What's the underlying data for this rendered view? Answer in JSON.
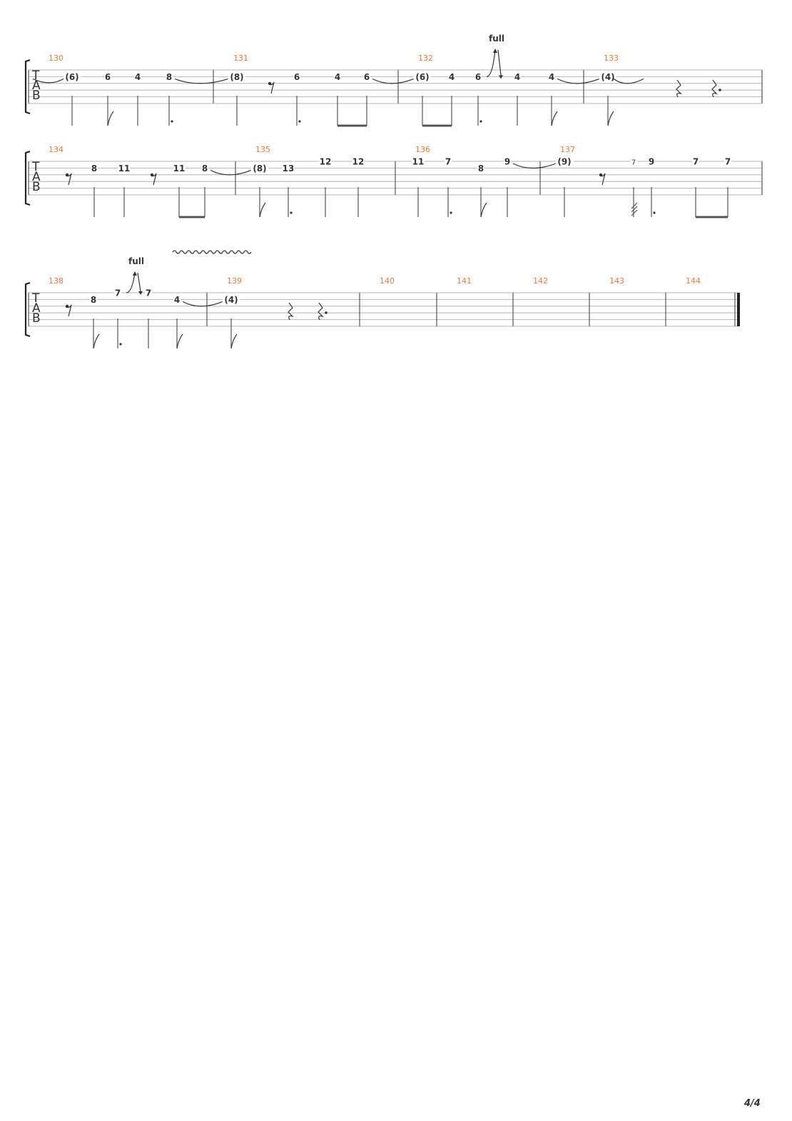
{
  "document": {
    "type": "guitar-tab",
    "page_number": "4/4",
    "tab_label": [
      "T",
      "A",
      "B"
    ],
    "bend_label": "full",
    "colors": {
      "measure_number": "#f07840",
      "ink": "#333333",
      "staff": "#b4b4b4"
    }
  },
  "systems": [
    {
      "measures": [
        {
          "number": "130",
          "notes": [
            {
              "fret": "(6)",
              "string": 2,
              "tie_in": true,
              "stem": "quarter"
            },
            {
              "fret": "6",
              "string": 2,
              "stem": "eighth"
            },
            {
              "fret": "4",
              "string": 2,
              "stem": "quarter"
            },
            {
              "fret": "8",
              "string": 2,
              "stem": "dotted-quarter",
              "tie_out": true
            }
          ]
        },
        {
          "number": "131",
          "notes": [
            {
              "fret": "(8)",
              "string": 2,
              "stem": "quarter"
            },
            {
              "rest": "eighth-rest"
            },
            {
              "fret": "6",
              "string": 2,
              "stem": "dotted-quarter"
            },
            {
              "fret": "4",
              "string": 2,
              "stem": "beam-eighth"
            },
            {
              "fret": "6",
              "string": 2,
              "stem": "beam-eighth",
              "tie_out": true
            }
          ]
        },
        {
          "number": "132",
          "notes": [
            {
              "fret": "(6)",
              "string": 2,
              "stem": "beam-eighth"
            },
            {
              "fret": "4",
              "string": 2,
              "stem": "beam-eighth"
            },
            {
              "fret": "6",
              "string": 2,
              "stem": "dotted-quarter",
              "bend": "full"
            },
            {
              "fret": "4",
              "string": 2,
              "stem": "quarter"
            },
            {
              "fret": "4",
              "string": 2,
              "stem": "eighth",
              "tie_out": true
            }
          ]
        },
        {
          "number": "133",
          "notes": [
            {
              "fret": "(4)",
              "string": 2,
              "stem": "eighth",
              "tie_out": true
            },
            {
              "rest": "quarter-rest"
            },
            {
              "rest": "dotted-quarter-rest"
            }
          ]
        }
      ]
    },
    {
      "measures": [
        {
          "number": "134",
          "notes": [
            {
              "rest": "eighth-rest"
            },
            {
              "fret": "8",
              "string": 2,
              "stem": "quarter"
            },
            {
              "fret": "11",
              "string": 2,
              "stem": "quarter"
            },
            {
              "rest": "eighth-rest"
            },
            {
              "fret": "11",
              "string": 2,
              "stem": "beam-eighth"
            },
            {
              "fret": "8",
              "string": 2,
              "stem": "beam-eighth",
              "tie_out": true
            }
          ]
        },
        {
          "number": "135",
          "notes": [
            {
              "fret": "(8)",
              "string": 2,
              "stem": "eighth"
            },
            {
              "fret": "13",
              "string": 2,
              "stem": "dotted-quarter"
            },
            {
              "fret": "12",
              "string": 1,
              "stem": "quarter"
            },
            {
              "fret": "12",
              "string": 1,
              "stem": "quarter"
            }
          ]
        },
        {
          "number": "136",
          "notes": [
            {
              "fret": "11",
              "string": 1,
              "stem": "quarter"
            },
            {
              "fret": "7",
              "string": 1,
              "stem": "dotted-quarter"
            },
            {
              "fret": "8",
              "string": 2,
              "stem": "eighth"
            },
            {
              "fret": "9",
              "string": 1,
              "stem": "quarter",
              "tie_out": true
            }
          ]
        },
        {
          "number": "137",
          "notes": [
            {
              "fret": "(9)",
              "string": 1,
              "stem": "quarter"
            },
            {
              "rest": "eighth-rest"
            },
            {
              "fret": "7",
              "string": 1,
              "stem": "grace",
              "grace": true
            },
            {
              "fret": "9",
              "string": 1,
              "stem": "dotted-quarter"
            },
            {
              "fret": "7",
              "string": 1,
              "stem": "beam-eighth"
            },
            {
              "fret": "7",
              "string": 1,
              "stem": "beam-eighth"
            }
          ]
        }
      ]
    },
    {
      "measures": [
        {
          "number": "138",
          "notes": [
            {
              "rest": "eighth-rest"
            },
            {
              "fret": "8",
              "string": 2,
              "stem": "eighth"
            },
            {
              "fret": "7",
              "string": 1,
              "stem": "dotted-quarter",
              "bend": "full"
            },
            {
              "fret": "7",
              "string": 1,
              "stem": "quarter"
            },
            {
              "fret": "4",
              "string": 2,
              "stem": "eighth",
              "tie_out": true,
              "vibrato": true
            }
          ]
        },
        {
          "number": "139",
          "notes": [
            {
              "fret": "(4)",
              "string": 2,
              "stem": "eighth",
              "tie_out": true
            },
            {
              "rest": "quarter-rest"
            },
            {
              "rest": "dotted-quarter-rest"
            }
          ]
        },
        {
          "number": "140",
          "notes": []
        },
        {
          "number": "141",
          "notes": []
        },
        {
          "number": "142",
          "notes": []
        },
        {
          "number": "143",
          "notes": []
        },
        {
          "number": "144",
          "notes": []
        }
      ]
    }
  ]
}
